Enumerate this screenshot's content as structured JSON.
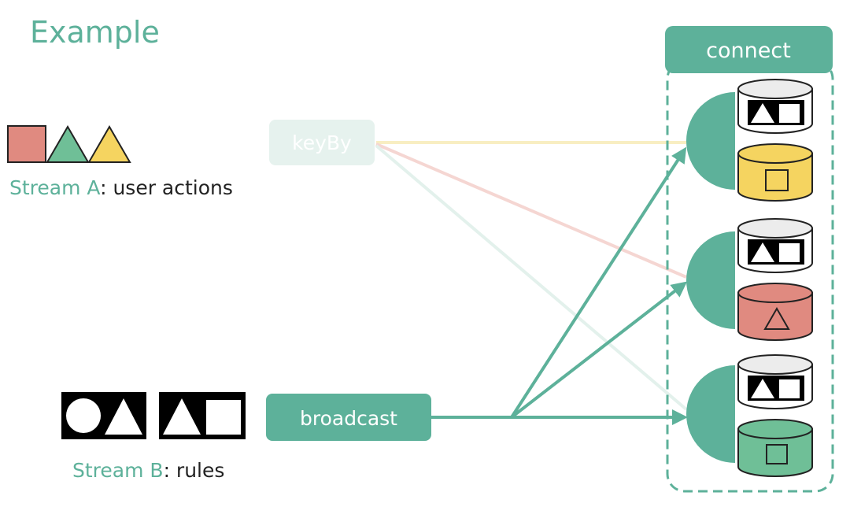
{
  "title": "Example",
  "stream_a": {
    "name": "Stream A",
    "suffix": ": user actions",
    "shapes": [
      "square",
      "triangle",
      "triangle"
    ],
    "colors": [
      "#e08a80",
      "#6fbf97",
      "#f5d460"
    ]
  },
  "stream_b": {
    "name": "Stream B",
    "suffix": ": rules",
    "cards": [
      [
        "circle",
        "triangle"
      ],
      [
        "triangle",
        "square"
      ]
    ]
  },
  "operators": {
    "keyby": "keyBy",
    "broadcast": "broadcast"
  },
  "connect": {
    "label": "connect",
    "instances": [
      {
        "state_shape": "square",
        "state_color": "#f5d460",
        "rule_shapes": [
          "triangle",
          "square"
        ]
      },
      {
        "state_shape": "triangle",
        "state_color": "#e08a80",
        "rule_shapes": [
          "triangle",
          "square"
        ]
      },
      {
        "state_shape": "square",
        "state_color": "#6fbf97",
        "rule_shapes": [
          "triangle",
          "square"
        ]
      }
    ]
  },
  "colors": {
    "accent": "#5db19a",
    "yellow": "#f5d460",
    "red": "#e08a80",
    "green": "#6fbf97",
    "keyby_bg": "#e6f2ee"
  }
}
